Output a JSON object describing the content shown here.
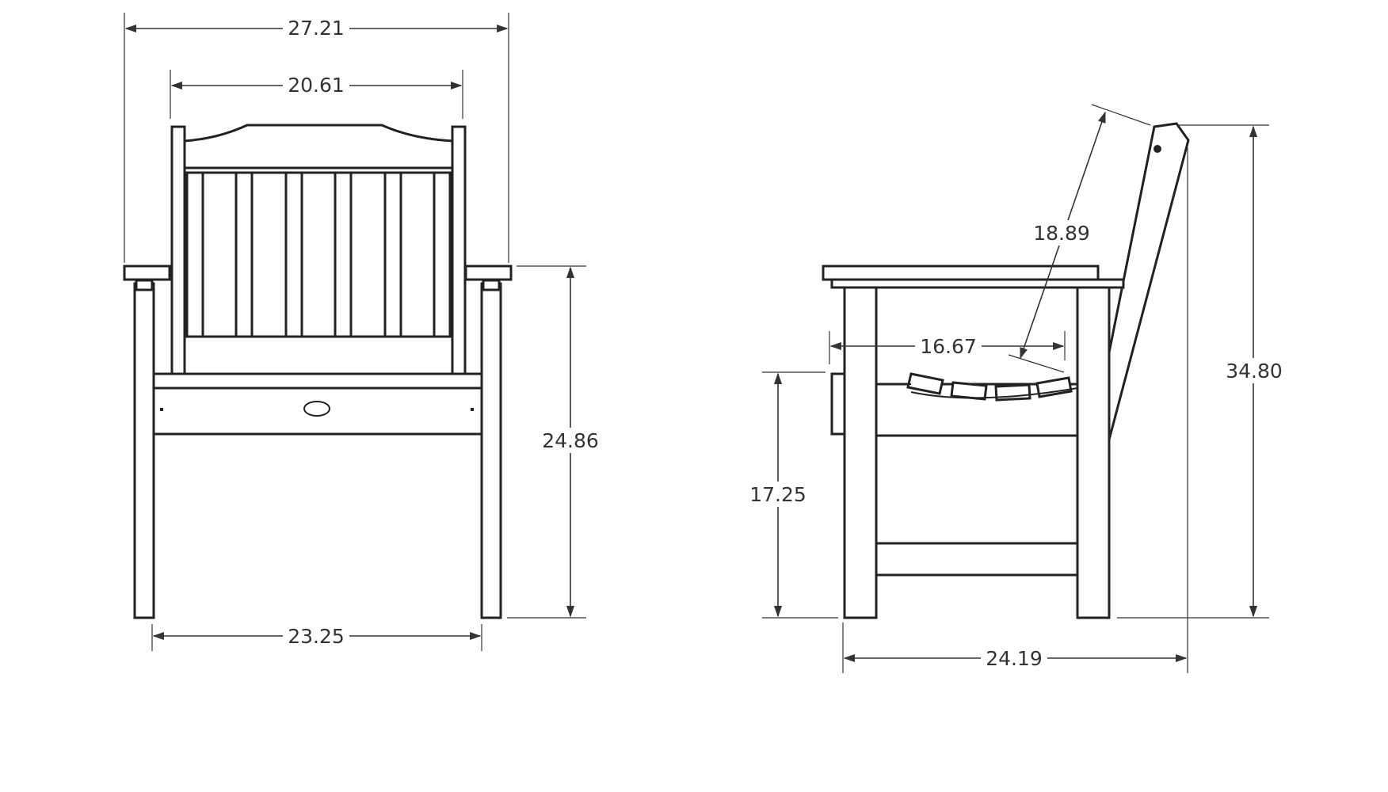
{
  "dimensions": {
    "front_overall_width": "27.21",
    "front_back_width": "20.61",
    "front_arm_height": "24.86",
    "front_leg_span": "23.25",
    "side_back_length": "18.89",
    "side_seat_depth": "16.67",
    "side_seat_height": "17.25",
    "side_overall_height": "34.80",
    "side_overall_depth": "24.19"
  },
  "colors": {
    "line": "#222222",
    "background": "#ffffff"
  }
}
